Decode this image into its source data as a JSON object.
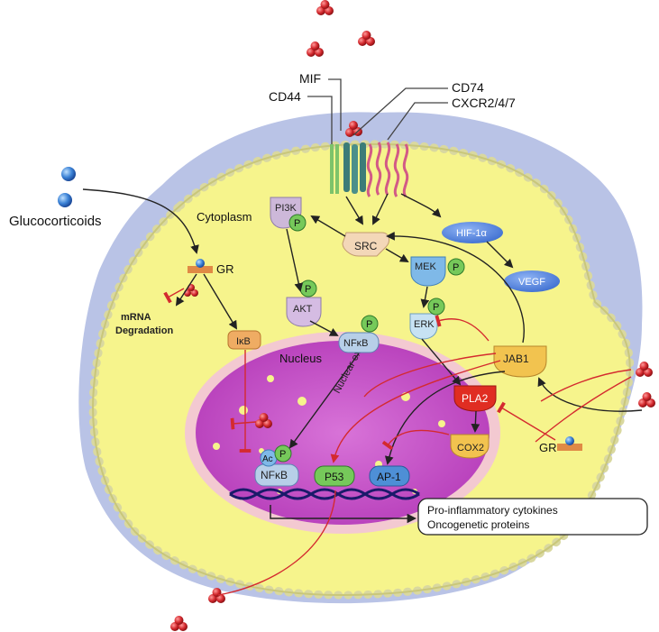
{
  "labels": {
    "mif": "MIF",
    "cd44": "CD44",
    "cd74": "CD74",
    "cxcr": "CXCR2/4/7",
    "glucocorticoids": "Glucocorticoids",
    "cytoplasm": "Cytoplasm",
    "gr_top": "GR",
    "gr_bottom": "GR",
    "mrna_line1": "mRNA",
    "mrna_line2": "Degradation",
    "ikb": "IκB",
    "pi3k": "PI3K",
    "src": "SRC",
    "mek": "MEK",
    "akt": "AKT",
    "erk": "ERK",
    "nfkb_cyto": "NFκB",
    "nfkb_nuc": "NFκB",
    "hif": "HIF-1α",
    "vegf": "VEGF",
    "jab1": "JAB1",
    "pla2": "PLA2",
    "cox2": "COX2",
    "nucleus": "Nucleus",
    "nuclear_export": "Nuclear export",
    "ac": "Ac",
    "p53": "P53",
    "ap1": "AP-1",
    "phospho": "P",
    "outcome_line1": "Pro-inflammatory cytokines",
    "outcome_line2": "Oncogenetic proteins"
  },
  "colors": {
    "cytoplasm": "#f6f48c",
    "membrane_band": "#b9c3e6",
    "nucleus": "#c54fc8",
    "mif": "#d42a2f",
    "phospho": "#76c95a",
    "inhibition": "#d42a2f"
  }
}
